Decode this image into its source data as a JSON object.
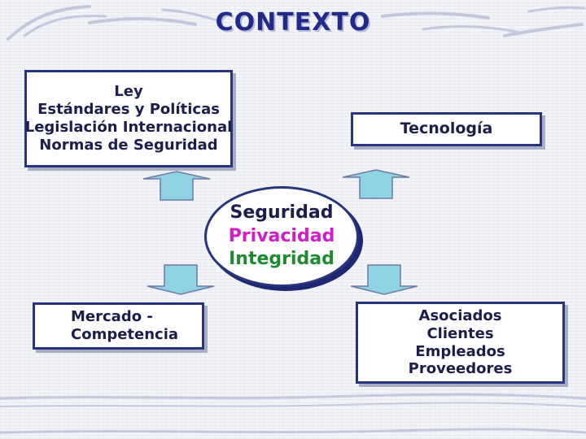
{
  "title": "CONTEXTO",
  "colors": {
    "title": "#1f2a8a",
    "box_border": "#27357e",
    "arrow_fill": "#8fd3e2",
    "seguridad": "#1b1e4b",
    "privacidad": "#d21cc9",
    "integridad": "#1e8a2e"
  },
  "boxes": {
    "ley": {
      "lines": [
        "Ley",
        "Estándares y Políticas",
        "Legislación Internacional",
        "Normas de Seguridad"
      ]
    },
    "tecnologia": {
      "lines": [
        "Tecnología"
      ]
    },
    "mercado": {
      "lines": [
        "Mercado -",
        "Competencia"
      ]
    },
    "asociados": {
      "lines": [
        "Asociados",
        "Clientes",
        "Empleados",
        "Proveedores"
      ]
    }
  },
  "center": {
    "lines": [
      "Seguridad",
      "Privacidad",
      "Integridad"
    ]
  }
}
